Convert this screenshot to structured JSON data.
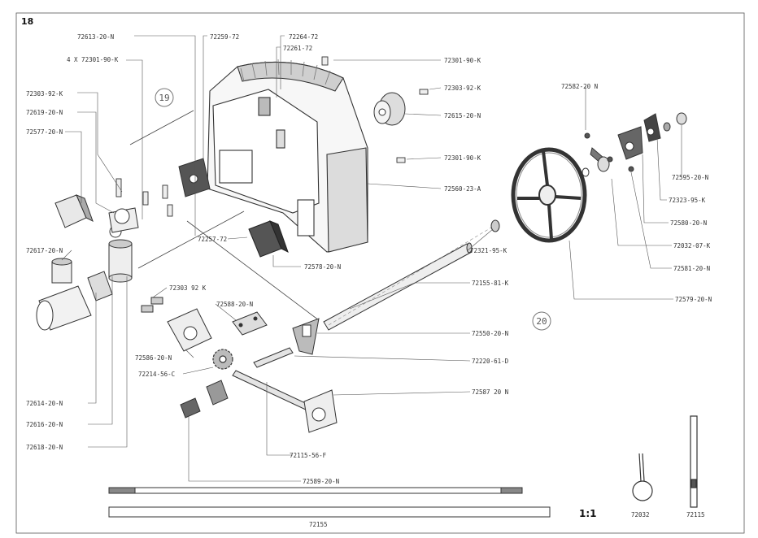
{
  "page_number": "18",
  "scale_label": "1:1",
  "groups": [
    "19",
    "20"
  ],
  "labels": {
    "l_72613": "72613-20-N",
    "l_4x72301": "4 X 72301-90-K",
    "l_72303_left": "72303-92-K",
    "l_72619": "72619-20-N",
    "l_72577": "72577-20-N",
    "l_72617": "72617-20-N",
    "l_72614": "72614-20-N",
    "l_72616": "72616-20-N",
    "l_72618": "72618-20-N",
    "l_72259": "72259-72",
    "l_72264": "72264-72",
    "l_72261": "72261-72",
    "l_72301_a": "72301-90-K",
    "l_72303_b": "72303-92-K",
    "l_72615": "72615-20-N",
    "l_72301_c": "72301-90-K",
    "l_72560": "72560-23-A",
    "l_72257": "72257-72",
    "l_72578": "72578-20-N",
    "l_72321": "72321-95-K",
    "l_72303_c": "72303 92 K",
    "l_72588": "72588-20-N",
    "l_72586": "72586-20-N",
    "l_72214": "72214-56-C",
    "l_72155": "72155-81-K",
    "l_72550": "72550-20-N",
    "l_72220": "72220-61-D",
    "l_72587": "72587 20 N",
    "l_72115": "72115-56-F",
    "l_72589": "72589-20-N",
    "l_72582": "72582-20 N",
    "l_72595": "72595-20-N",
    "l_72323": "72323-95-K",
    "l_72580": "72580-20-N",
    "l_72032": "72032-07-K",
    "l_72581": "72581-20-N",
    "l_72579": "72579-20-N",
    "bottom_rod": "72155",
    "tool_a": "72032",
    "tool_b": "72115"
  },
  "colors": {
    "line": "#333333",
    "light": "#888888",
    "fill_light": "#eeeeee",
    "fill_dark": "#444444"
  },
  "icons": [
    "spanner-icon",
    "hex-key-icon"
  ]
}
